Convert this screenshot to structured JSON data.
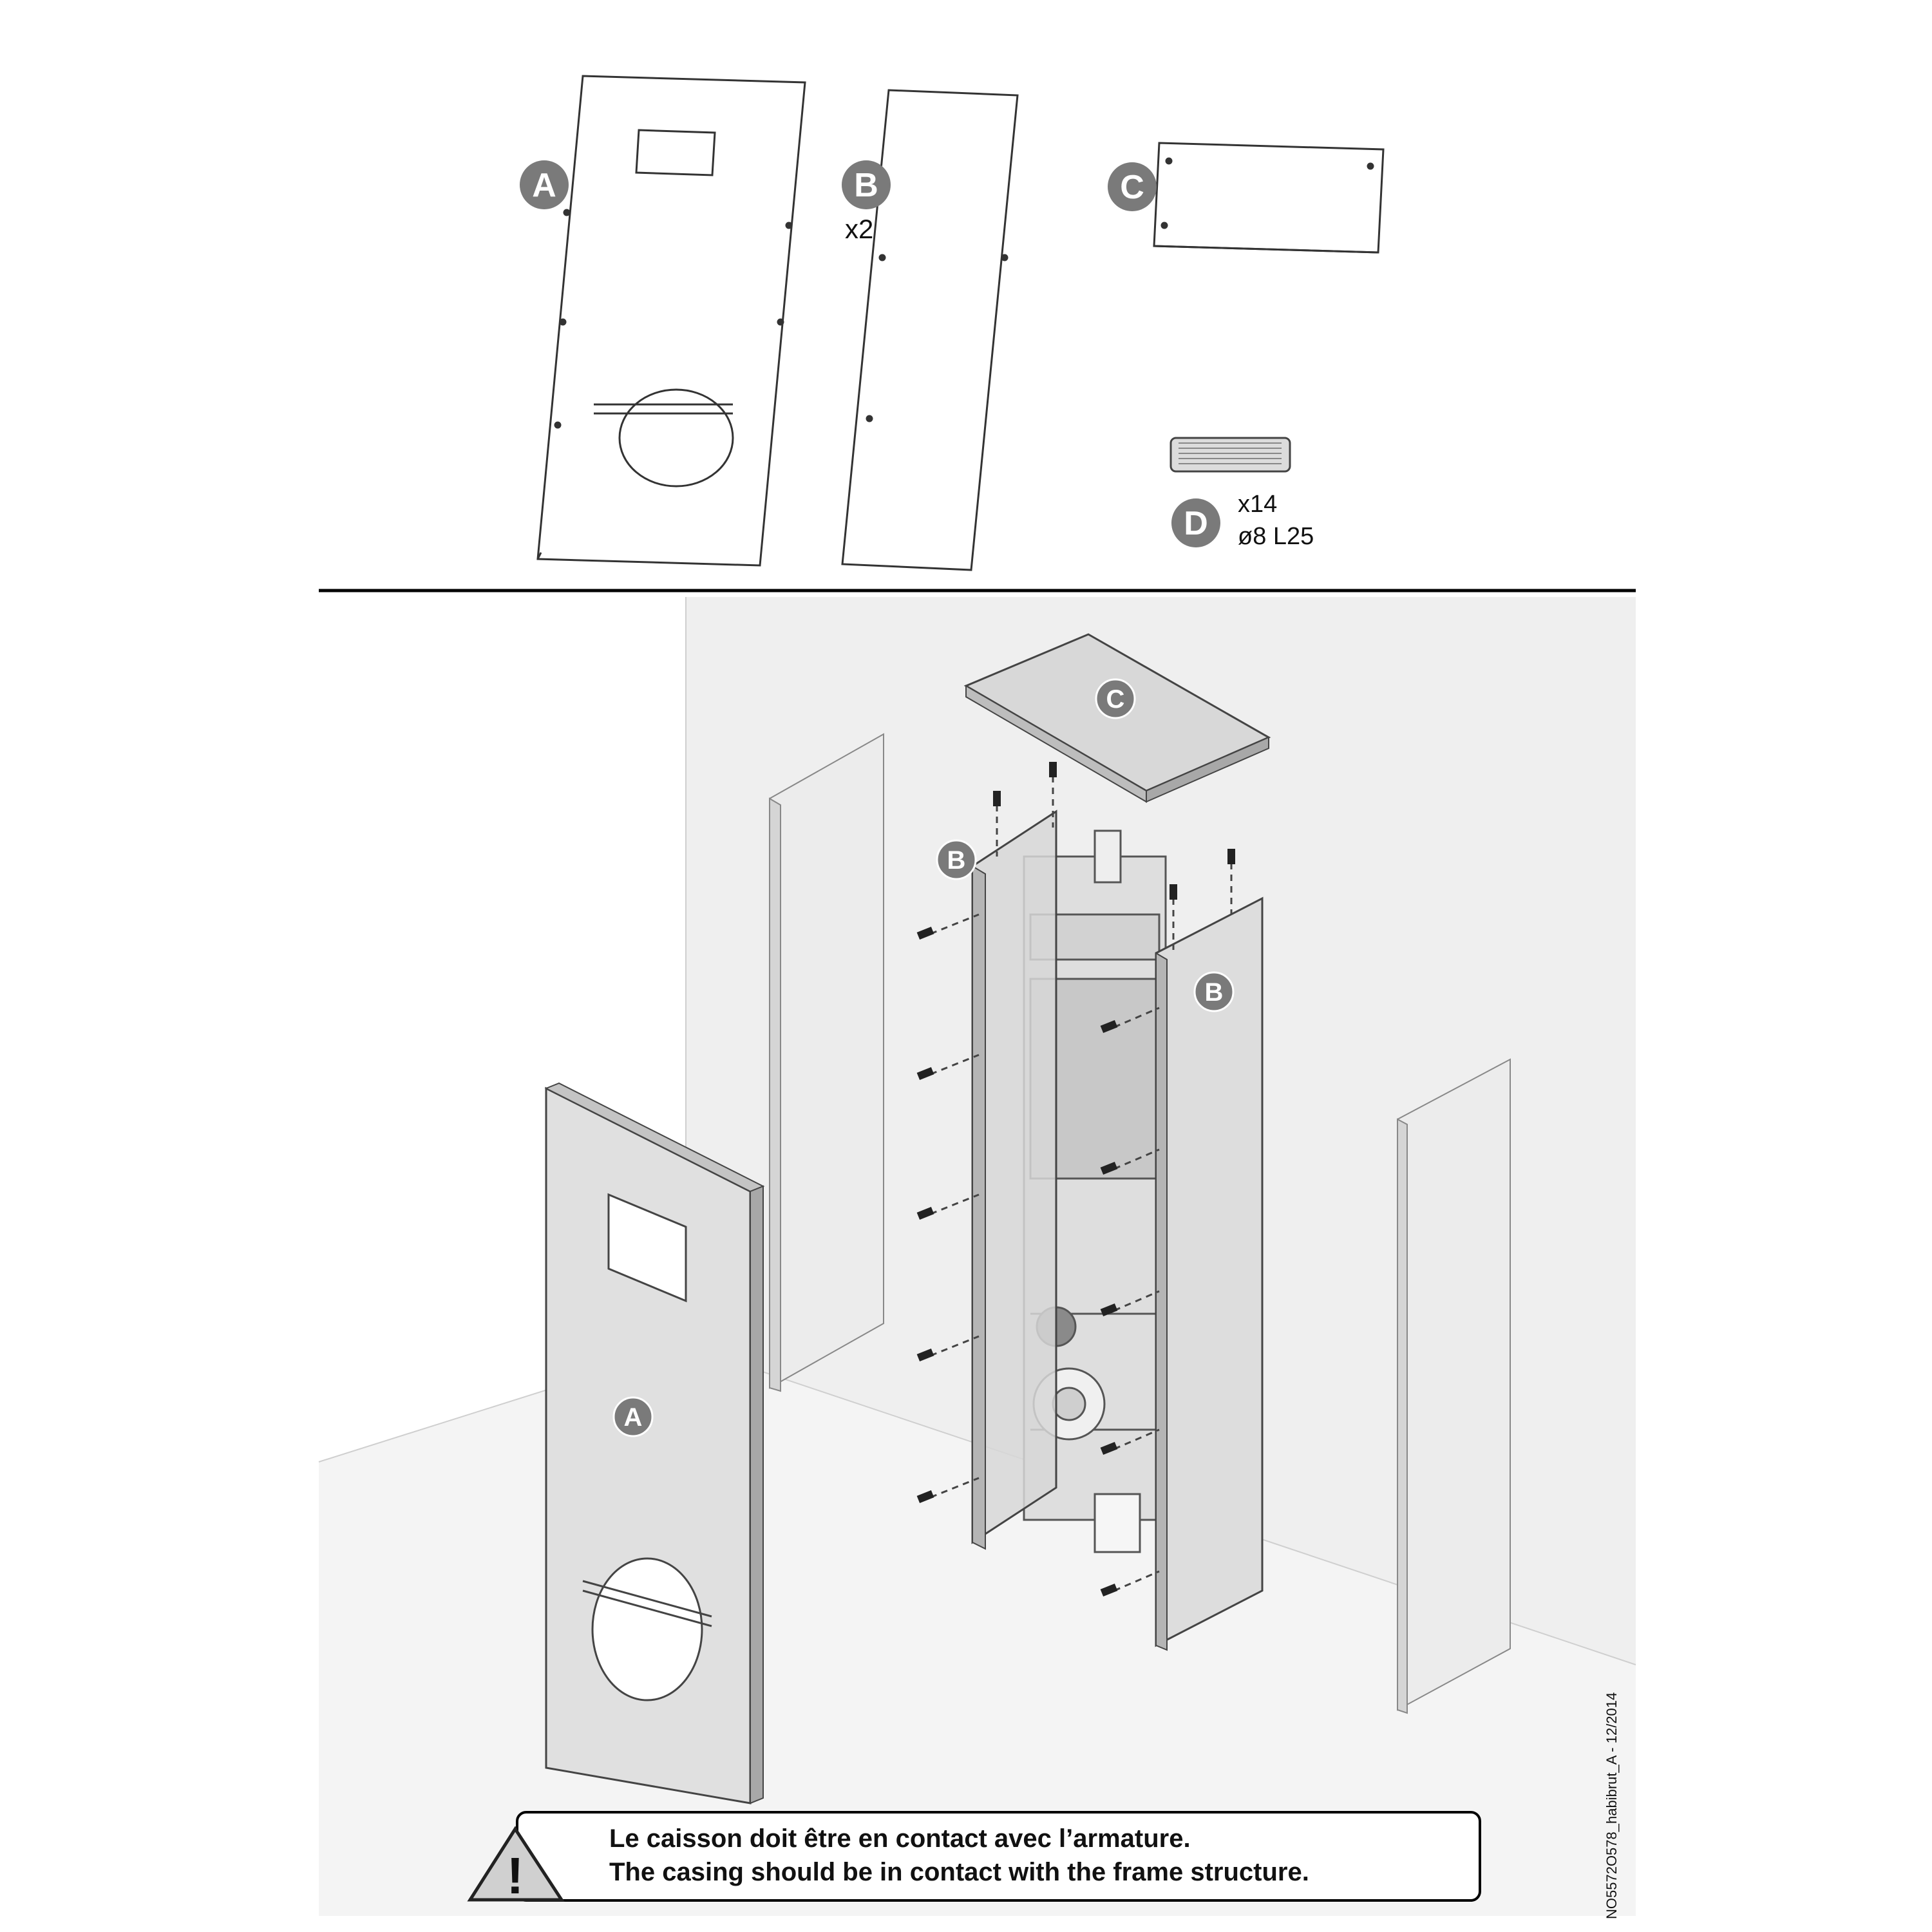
{
  "parts": {
    "a": {
      "letter": "A"
    },
    "b": {
      "letter": "B",
      "qty": "x2"
    },
    "c": {
      "letter": "C"
    },
    "d": {
      "letter": "D",
      "qty": "x14",
      "spec": "ø8 L25"
    }
  },
  "assembly": {
    "labels": [
      "C",
      "B",
      "B",
      "A"
    ]
  },
  "warning": {
    "line_fr": "Le caisson doit être en contact avec l’armature.",
    "line_en": "The casing should be in contact with the frame structure."
  },
  "doc_ref": "NO5572O578_habibrut_A - 12/2014",
  "colors": {
    "badge": "#7a7a7a",
    "panel": "#e2e2e2",
    "room_wall": "#efefef",
    "room_floor": "#f4f4f4",
    "line": "#333333"
  }
}
